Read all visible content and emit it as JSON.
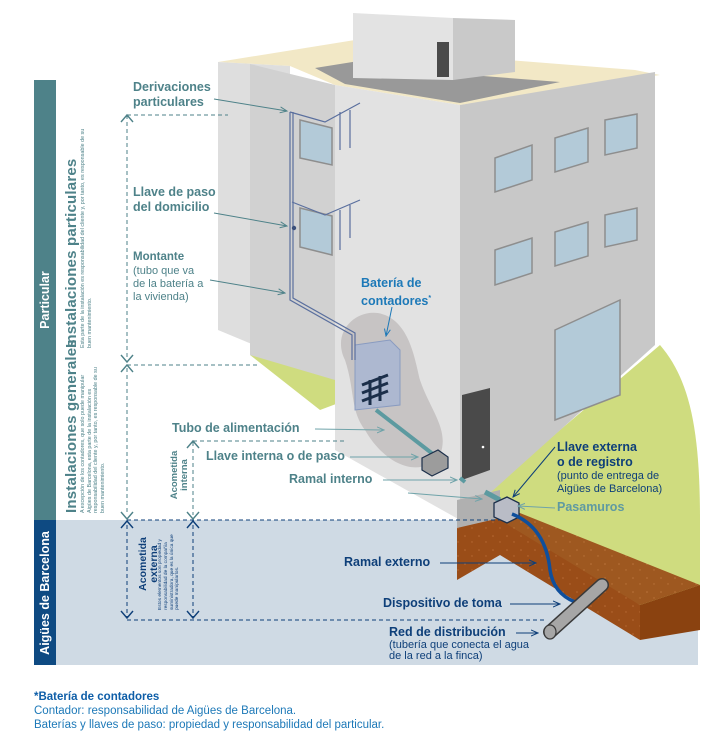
{
  "bands": {
    "particular": "Particular",
    "aigues": "Aigües de Barcelona"
  },
  "sections": {
    "particulares": {
      "title": "Instalaciones particulares",
      "description": "Esta parte de la instalación es responsabilidad del cliente y, por tanto, es responsable de su buen mantenimiento."
    },
    "generales": {
      "title": "Instalaciones generales",
      "description": "A excepción de los contadores, que solo puede manipular Aigües de Barcelona, esta parte de la instalación es responsabilidad del cliente y, por tanto, es responsable de su buen mantenimiento."
    },
    "acometida_interna": {
      "title_line1": "Acometida",
      "title_line2": "interna"
    },
    "acometida_externa": {
      "title_line1": "Acometida",
      "title_line2": "externa",
      "description": "Estos elementos son propiedad y responsabilidad de la compañía suministradora, que es la única que puede manipularlos."
    }
  },
  "labels": {
    "derivaciones": {
      "line1": "Derivaciones",
      "line2": "particulares"
    },
    "llave_domicilio": {
      "line1": "Llave de paso",
      "line2": "del domicilio"
    },
    "montante": {
      "title": "Montante",
      "line1": "(tubo que va",
      "line2": "de la batería a",
      "line3": "la vivienda)"
    },
    "bateria": {
      "line1": "Batería de",
      "line2": "contadores",
      "asterisk": "*"
    },
    "tubo_alimentacion": "Tubo de alimentación",
    "llave_interna": "Llave interna o de paso",
    "ramal_interno": "Ramal interno",
    "llave_externa": {
      "line1": "Llave externa",
      "line2": "o de registro",
      "sub1": "(punto de entrega de",
      "sub2": "Aigües de Barcelona)"
    },
    "pasamuros": "Pasamuros",
    "ramal_externo": "Ramal externo",
    "dispositivo_toma": "Dispositivo de toma",
    "red_distribucion": {
      "title": "Red de distribución",
      "sub1": "(tubería que conecta el agua",
      "sub2": "de la red a la finca)"
    }
  },
  "footnote": {
    "title": "*Batería de contadores",
    "line1": "Contador: responsabilidad de Aigües de Barcelona.",
    "line2": "Baterías y llaves de paso: propiedad y responsabilidad del particular."
  },
  "colors": {
    "teal": "#4e8289",
    "navy": "#0e3f79",
    "blue": "#1d79b8",
    "ground_blue": "#cfdae4",
    "grass": "#cfdc7f",
    "soil": "#9a4d18"
  }
}
